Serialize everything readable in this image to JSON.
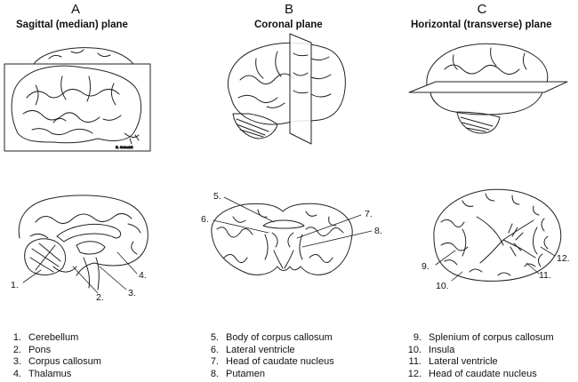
{
  "columns": [
    {
      "letter": "A",
      "title": "Sagittal (median) plane"
    },
    {
      "letter": "B",
      "title": "Coronal plane"
    },
    {
      "letter": "C",
      "title": "Horizontal (transverse) plane"
    }
  ],
  "signature": "E. Schmidt",
  "labels": {
    "a": [
      "1.",
      "2.",
      "3.",
      "4."
    ],
    "b": [
      "5.",
      "6.",
      "7.",
      "8."
    ],
    "c": [
      "9.",
      "10.",
      "11.",
      "12."
    ]
  },
  "legend": {
    "a": [
      {
        "num": "1.",
        "text": "Cerebellum"
      },
      {
        "num": "2.",
        "text": "Pons"
      },
      {
        "num": "3.",
        "text": "Corpus callosum"
      },
      {
        "num": "4.",
        "text": "Thalamus"
      }
    ],
    "b": [
      {
        "num": "5.",
        "text": "Body of corpus callosum"
      },
      {
        "num": "6.",
        "text": "Lateral ventricle"
      },
      {
        "num": "7.",
        "text": "Head of caudate nucleus"
      },
      {
        "num": "8.",
        "text": "Putamen"
      }
    ],
    "c": [
      {
        "num": "9.",
        "text": "Splenium of corpus callosum"
      },
      {
        "num": "10.",
        "text": "Insula"
      },
      {
        "num": "11.",
        "text": "Lateral ventricle"
      },
      {
        "num": "12.",
        "text": "Head of caudate nucleus"
      }
    ]
  }
}
